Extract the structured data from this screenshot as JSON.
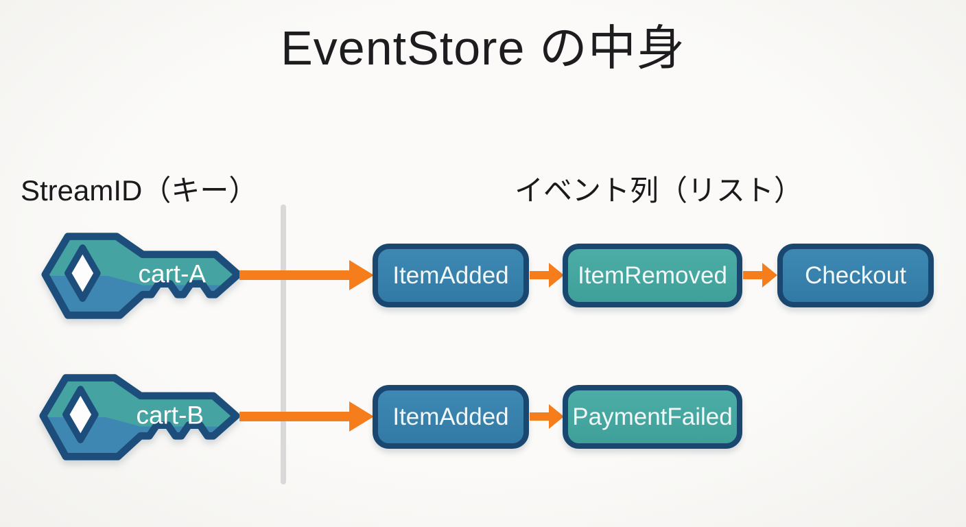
{
  "title": "EventStore の中身",
  "header": {
    "key_column_label": "StreamID（キー）",
    "event_column_label": "イベント列（リスト）"
  },
  "streams": [
    {
      "key": "cart-A",
      "events": [
        {
          "label": "ItemAdded",
          "variant": "blue"
        },
        {
          "label": "ItemRemoved",
          "variant": "teal"
        },
        {
          "label": "Checkout",
          "variant": "blue"
        }
      ]
    },
    {
      "key": "cart-B",
      "events": [
        {
          "label": "ItemAdded",
          "variant": "blue"
        },
        {
          "label": "PaymentFailed",
          "variant": "teal"
        }
      ]
    }
  ],
  "icons": {
    "key_icon": "key-icon",
    "arrow_icon": "arrow-right-icon"
  },
  "colors": {
    "event_blue": "#3581ad",
    "event_teal": "#43a7a1",
    "box_border": "#1a476f",
    "arrow_orange": "#f57d1c",
    "key_teal": "#45a3a2",
    "key_blue": "#3f87b3",
    "key_outline": "#1d4e7b",
    "divider_gray": "#d9d9d9",
    "background": "#faf9f6",
    "text_dark": "#1d1d1f",
    "text_light": "#ffffff"
  }
}
